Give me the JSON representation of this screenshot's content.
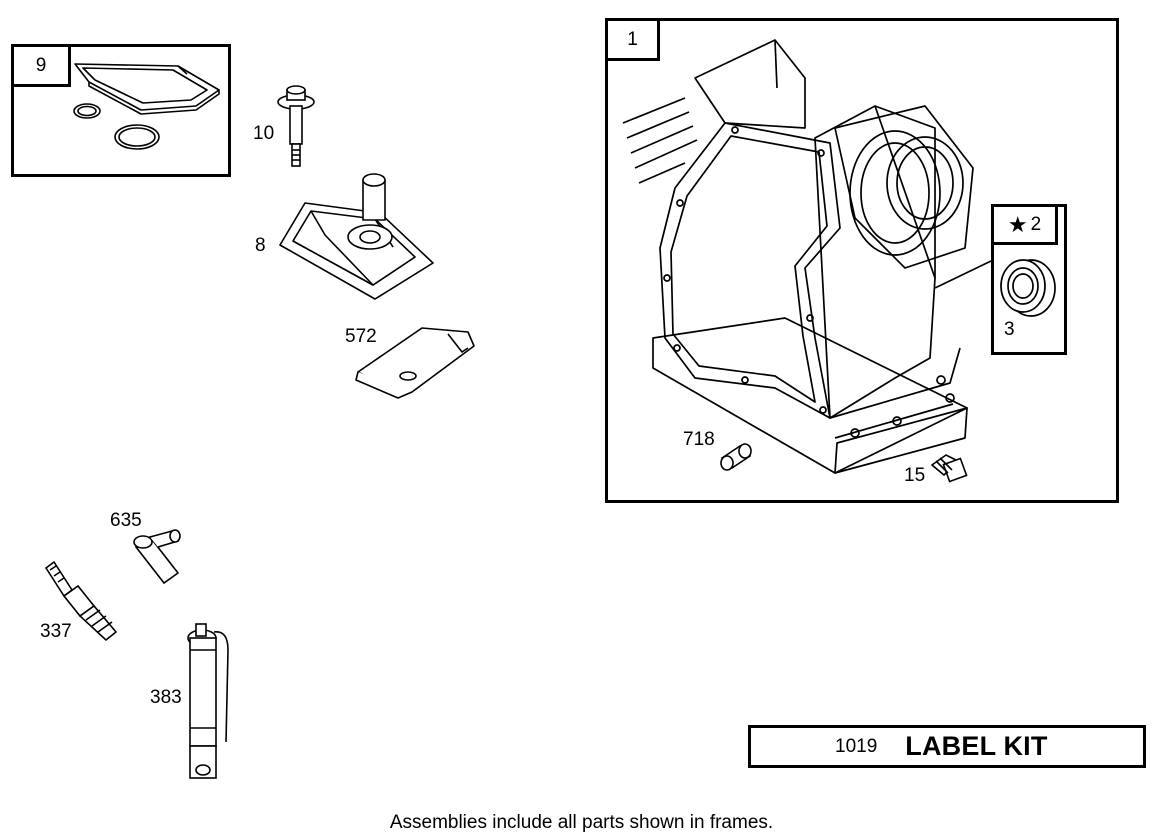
{
  "frames": {
    "gasket_kit": {
      "tag": "9"
    },
    "cylinder_assembly": {
      "tag": "1"
    },
    "bearing_kit": {
      "tag": "2",
      "tag_icon": "star-icon"
    }
  },
  "callouts": {
    "dipstick_tube": "10",
    "cover": "8",
    "clip": "572",
    "bearing": "3",
    "dowel_pin": "718",
    "plug": "15",
    "ignition_boot": "635",
    "spark_plug": "337",
    "spark_plug_wrench": "383"
  },
  "label_kit": {
    "number": "1019",
    "name": "LABEL KIT"
  },
  "footer_note": "Assemblies include all parts shown in frames."
}
